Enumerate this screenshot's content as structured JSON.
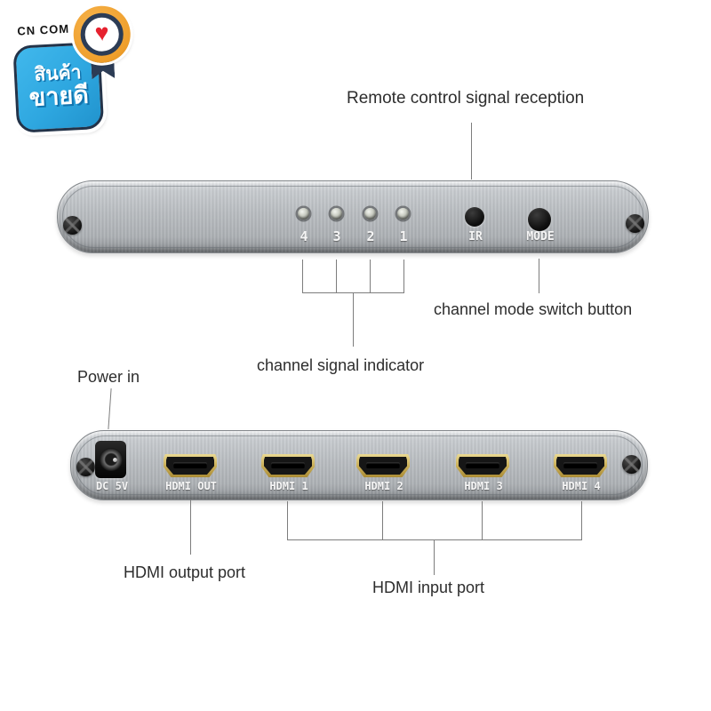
{
  "badge": {
    "brand": "CN COM",
    "line1": "สินค้า",
    "line2": "ขายดี",
    "heart_glyph": "♥"
  },
  "annotations": {
    "remote": "Remote control signal reception",
    "mode_button": "channel mode switch button",
    "signal_indicator": "channel signal indicator",
    "power_in": "Power in",
    "hdmi_output": "HDMI output port",
    "hdmi_input": "HDMI input port"
  },
  "front_panel": {
    "leds": [
      "4",
      "3",
      "2",
      "1"
    ],
    "ir_label": "IR",
    "mode_label": "MODE"
  },
  "back_panel": {
    "power_label": "DC 5V",
    "ports": [
      "HDMI OUT",
      "HDMI 1",
      "HDMI 2",
      "HDMI 3",
      "HDMI 4"
    ]
  },
  "colors": {
    "metal_silver": "#b7bbbf",
    "badge_blue": "#2ea7e0",
    "badge_navy": "#2c3c55",
    "medal_gold": "#ef9f2c",
    "heart_red": "#e6222f",
    "hdmi_gold": "#cdb35e",
    "leader_line_gray": "#7d7d7d",
    "annotation_text": "#2d2d2d"
  }
}
